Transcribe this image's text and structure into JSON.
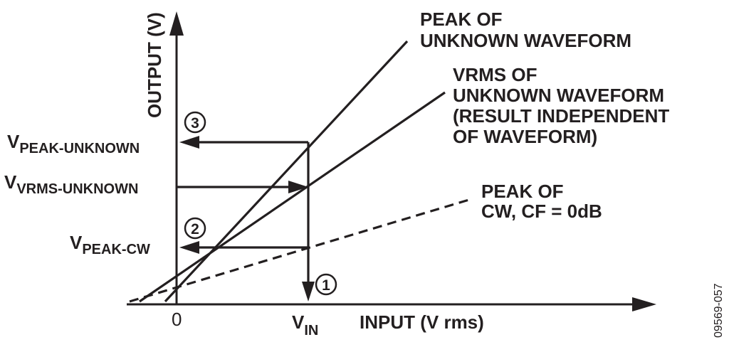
{
  "axes": {
    "y_label": "OUTPUT (V)",
    "x_label": "INPUT (V rms)",
    "origin_label": "0"
  },
  "input_marker": {
    "main": "V",
    "sub": "IN"
  },
  "output_levels": [
    {
      "main": "V",
      "sub": "PEAK-UNKNOWN"
    },
    {
      "main": "V",
      "sub": "VRMS-UNKNOWN"
    },
    {
      "main": "V",
      "sub": "PEAK-CW"
    }
  ],
  "curves": {
    "peak_unknown": [
      "PEAK OF",
      "UNKNOWN WAVEFORM"
    ],
    "vrms_unknown": [
      "VRMS OF",
      "UNKNOWN WAVEFORM",
      "(RESULT INDEPENDENT",
      "OF WAVEFORM)"
    ],
    "peak_cw": [
      "PEAK OF",
      "CW, CF = 0dB"
    ]
  },
  "steps": [
    "1",
    "2",
    "3"
  ],
  "figure_id": "09569-057"
}
